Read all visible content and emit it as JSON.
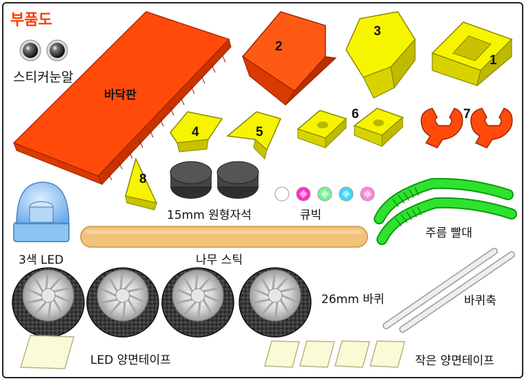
{
  "title": "부품도",
  "colors": {
    "title": "#ff3b00",
    "red_part": "#ff4a0a",
    "yellow_part": "#f4f000",
    "green": "#1fd11f",
    "wood": "#f0c27a",
    "magnet": "#3a3a3a"
  },
  "labels": {
    "eyes": "스티커눈알",
    "base_plate": "바닥판",
    "magnet": "15mm 원형자석",
    "cubic": "큐빅",
    "straw": "주름 빨대",
    "led": "3색 LED",
    "stick": "나무 스틱",
    "wheel": "26mm 바퀴",
    "axle": "바퀴축",
    "led_tape": "LED 양면테이프",
    "small_tape": "작은 양면테이프"
  },
  "part_numbers": {
    "p1": "1",
    "p2": "2",
    "p3": "3",
    "p4": "4",
    "p5": "5",
    "p6": "6",
    "p7": "7",
    "p8": "8"
  },
  "cubic_colors": [
    "#ffffff",
    "#ff2fc8",
    "#7cf09a",
    "#3ed7ff",
    "#ff86d7"
  ]
}
